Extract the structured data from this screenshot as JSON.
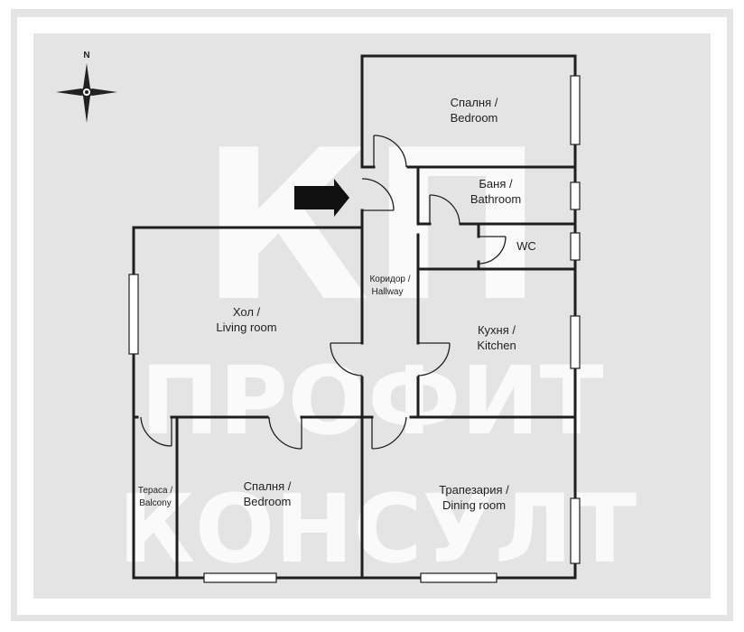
{
  "compass": {
    "north_label": "N"
  },
  "watermark": {
    "logo_text": "КП",
    "line1": "ПРОФИТ",
    "line2": "КОНСУЛТ"
  },
  "rooms": {
    "bedroom_top": {
      "line1": "Спалня /",
      "line2": "Bedroom"
    },
    "bathroom": {
      "line1": "Баня /",
      "line2": "Bathroom"
    },
    "wc": {
      "label": "WC"
    },
    "hallway": {
      "line1": "Коридор /",
      "line2": "Hallway"
    },
    "living_room": {
      "line1": "Хол /",
      "line2": "Living room"
    },
    "kitchen": {
      "line1": "Кухня /",
      "line2": "Kitchen"
    },
    "balcony": {
      "line1": "Тераса /",
      "line2": "Balcony"
    },
    "bedroom_bottom": {
      "line1": "Спалня /",
      "line2": "Bedroom"
    },
    "dining_room": {
      "line1": "Трапезария /",
      "line2": "Dining room"
    }
  },
  "colors": {
    "background": "#e4e4e4",
    "frame": "#ffffff",
    "wall": "#1e1e1e",
    "entrance_arrow": "#111111"
  }
}
